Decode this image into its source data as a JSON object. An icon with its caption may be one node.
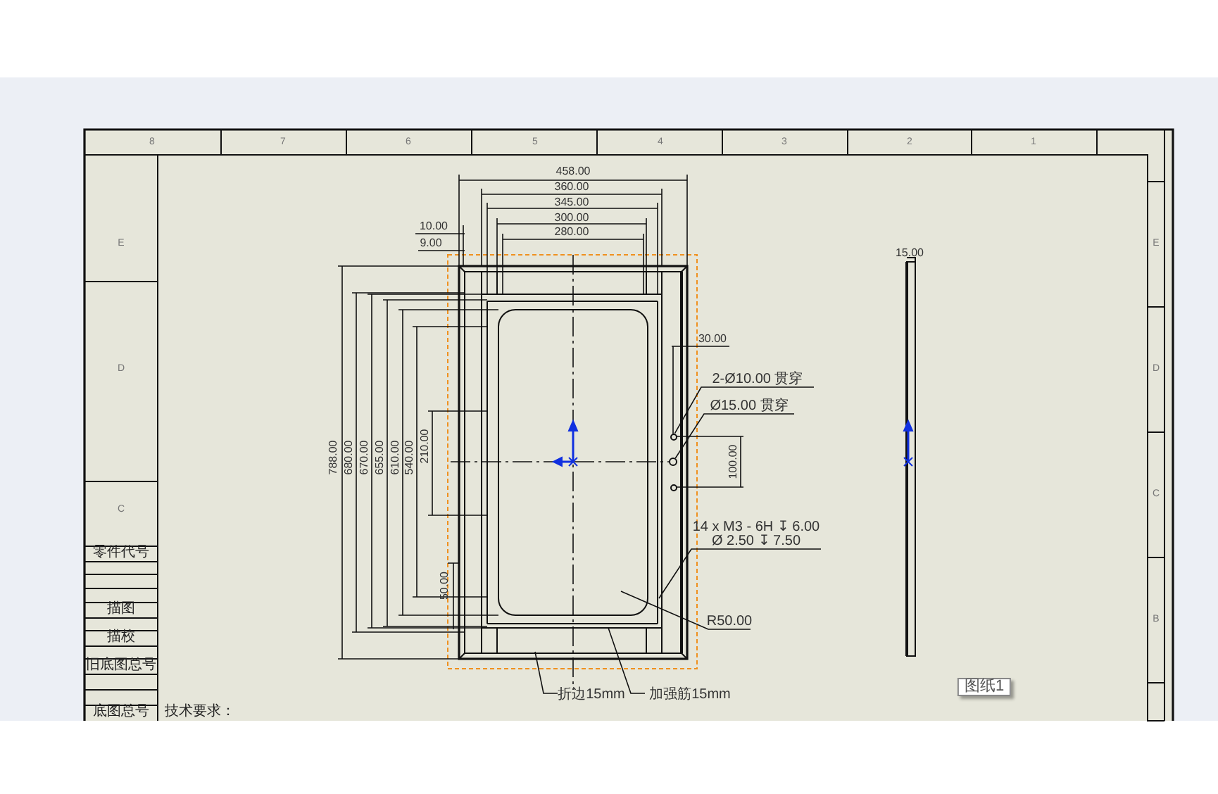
{
  "diagram": {
    "nodes": [
      {
        "text": [],
        "shape": "circle"
      },
      {
        "text": [],
        "shape": "circle"
      },
      {
        "text": [],
        "shape": "circle"
      },
      {
        "text": [
          "2-Ø10.00 贯穿"
        ]
      },
      {
        "text": [
          "Ø15.00 贯穿"
        ]
      },
      {
        "text": [
          "14 x  M3 - 6H ↧ 6.00",
          "Ø 2.50 ↧ 7.50"
        ]
      },
      {
        "text": [
          "R50.00"
        ]
      },
      {
        "text": [
          "折边15mm"
        ]
      },
      {
        "text": [
          "加强筋15mm"
        ]
      }
    ],
    "edges": [
      {
        "from": 3,
        "to": 0,
        "arrow": "none"
      },
      {
        "from": 4,
        "to": 1,
        "arrow": "none"
      },
      {
        "from": 5,
        "to": null,
        "arrow": "none"
      },
      {
        "from": 6,
        "to": null,
        "arrow": "none"
      },
      {
        "from": 7,
        "to": null,
        "arrow": "none"
      },
      {
        "from": 8,
        "to": null,
        "arrow": "none"
      }
    ],
    "labels": [
      "8",
      "7",
      "6",
      "5",
      "4",
      "3",
      "2",
      "1",
      "458.00",
      "360.00",
      "345.00",
      "300.00",
      "280.00",
      "10.00",
      "9.00",
      "15.00",
      "E",
      "E",
      "30.00",
      "D",
      "D",
      "788.00",
      "680.00",
      "670.00",
      "655.00",
      "610.00",
      "540.00",
      "210.00",
      "100.00",
      "C",
      "C",
      "零件代号",
      "50.00",
      "B",
      "描图",
      "描校",
      "图纸1",
      "旧底图总号",
      "底图总号",
      "技术要求："
    ]
  }
}
